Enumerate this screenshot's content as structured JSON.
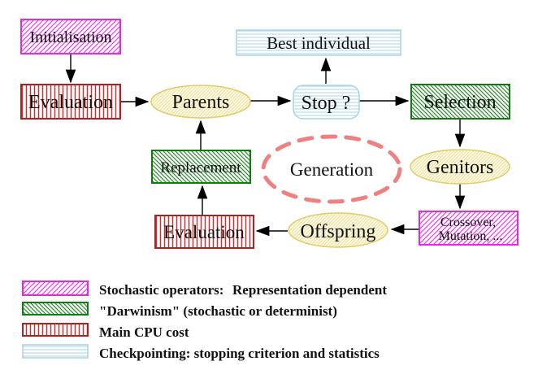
{
  "nodes": {
    "initialisation": "Initialisation",
    "evaluation_top": "Evaluation",
    "parents": "Parents",
    "best_individual": "Best individual",
    "stop": "Stop ?",
    "selection": "Selection",
    "replacement": "Replacement",
    "genitors": "Genitors",
    "generation": "Generation",
    "evaluation_bottom": "Evaluation",
    "offspring": "Offspring",
    "crossover_line1": "Crossover,",
    "crossover_line2": "Mutation, ..."
  },
  "legend": {
    "row1_label": {
      "text": "Stochastic operators:",
      "color": "#CC22CC"
    },
    "row1_value": {
      "text": "Representation dependent",
      "color": "#E8D000"
    },
    "row2": {
      "text": "\"Darwinism\" (stochastic or determinist)",
      "color": "#127A12"
    },
    "row3": {
      "text": "Main CPU cost",
      "color": "#C41212"
    },
    "row4": {
      "text": "Checkpointing: stopping criterion and statistics",
      "color": "#9FCFE8"
    }
  },
  "colors": {
    "magenta_border": "#DF2ADF",
    "magenta_hatch": "#E93BE9",
    "green_border": "#117A11",
    "green_hatch": "#2E8B2E",
    "red_border": "#AA2222",
    "red_stripe": "#C03535",
    "cyan_border": "#A8D4E8",
    "cyan_stripe": "#AFD9EC",
    "yellow_border": "#E2CC6A",
    "yellow_hatch": "#F0E2A0",
    "coral": "#F08080",
    "arrow": "#000000",
    "text": "#111111"
  }
}
